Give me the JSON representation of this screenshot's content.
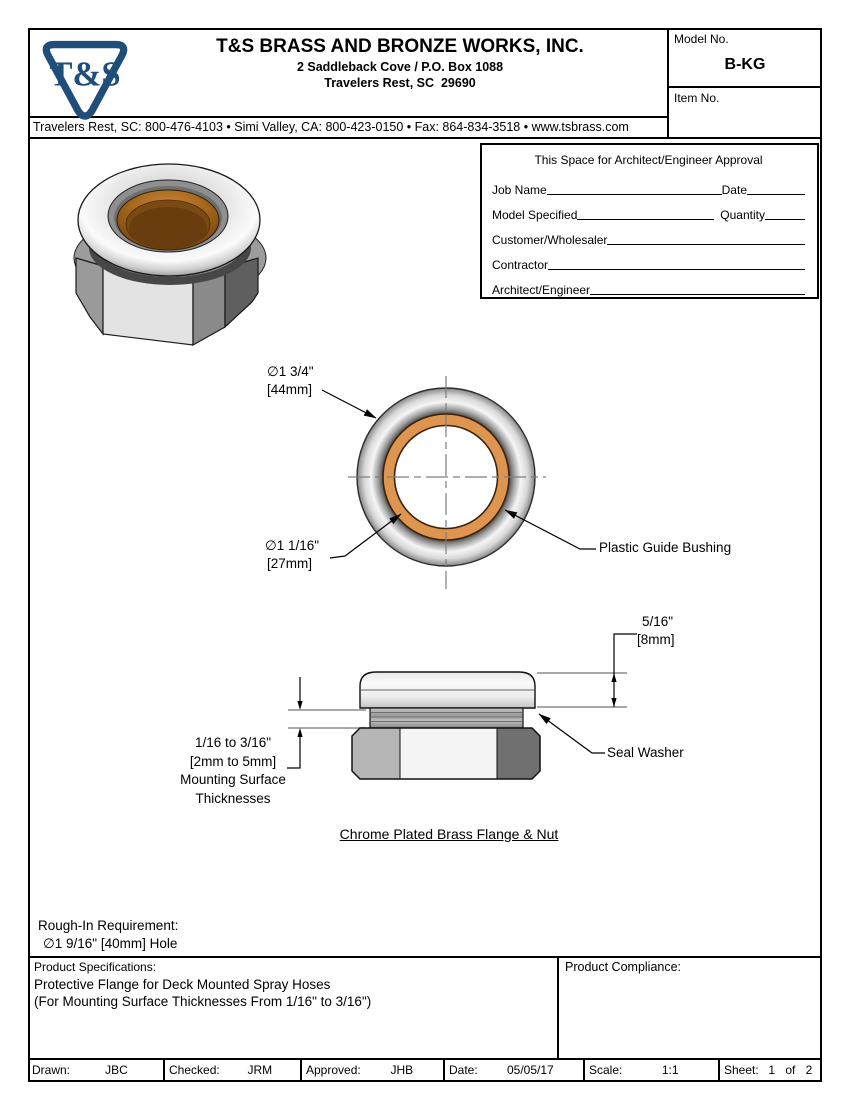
{
  "header": {
    "logo_text": "T&S",
    "company_name": "T&S BRASS AND BRONZE WORKS, INC.",
    "address_line1": "2 Saddleback Cove / P.O. Box 1088",
    "address_line2": "Travelers Rest, SC  29690",
    "model_no_label": "Model No.",
    "model_no_value": "B-KG",
    "item_no_label": "Item No.",
    "contact_line": "Travelers Rest, SC: 800-476-4103 • Simi Valley, CA: 800-423-0150 • Fax: 864-834-3518 • www.tsbrass.com"
  },
  "approval_form": {
    "title": "This Space for Architect/Engineer Approval",
    "rows": [
      {
        "label": "Job Name",
        "label2": "Date"
      },
      {
        "label": "Model Specified",
        "label2": "Quantity"
      },
      {
        "label": "Customer/Wholesaler"
      },
      {
        "label": "Contractor"
      },
      {
        "label": "Architect/Engineer"
      }
    ]
  },
  "drawing": {
    "top_view": {
      "outer_dia_inch": "∅1 3/4\"",
      "outer_dia_mm": "[44mm]",
      "inner_dia_inch": "∅1 1/16\"",
      "inner_dia_mm": "[27mm]",
      "bushing_label": "Plastic Guide Bushing"
    },
    "side_view": {
      "flange_height_inch": "5/16\"",
      "flange_height_mm": "[8mm]",
      "mounting_lines": [
        "1/16 to 3/16\"",
        "[2mm to 5mm]",
        "Mounting Surface",
        "Thicknesses"
      ],
      "seal_washer_label": "Seal Washer"
    },
    "caption": "Chrome Plated Brass Flange & Nut",
    "rough_in_line1": "Rough-In Requirement:",
    "rough_in_line2": "∅1 9/16\" [40mm] Hole"
  },
  "product_specifications": {
    "label": "Product Specifications:",
    "line1": "Protective Flange for Deck Mounted Spray Hoses",
    "line2": "(For Mounting Surface Thicknesses From 1/16\" to 3/16\")"
  },
  "product_compliance": {
    "label": "Product Compliance:"
  },
  "title_block": {
    "cells": [
      {
        "label": "Drawn:",
        "value": "JBC"
      },
      {
        "label": "Checked:",
        "value": "JRM"
      },
      {
        "label": "Approved:",
        "value": "JHB"
      },
      {
        "label": "Date:",
        "value": "05/05/17"
      },
      {
        "label": "Scale:",
        "value": "1:1"
      },
      {
        "label": "Sheet:",
        "value": "1 of 2"
      }
    ]
  },
  "colors": {
    "logo_blue": "#1f4e7a",
    "bushing_orange": "#dd9550",
    "bushing_brown": "#6e4512",
    "chrome_light": "#f4f4f4",
    "chrome_dark": "#8a8a8a"
  }
}
